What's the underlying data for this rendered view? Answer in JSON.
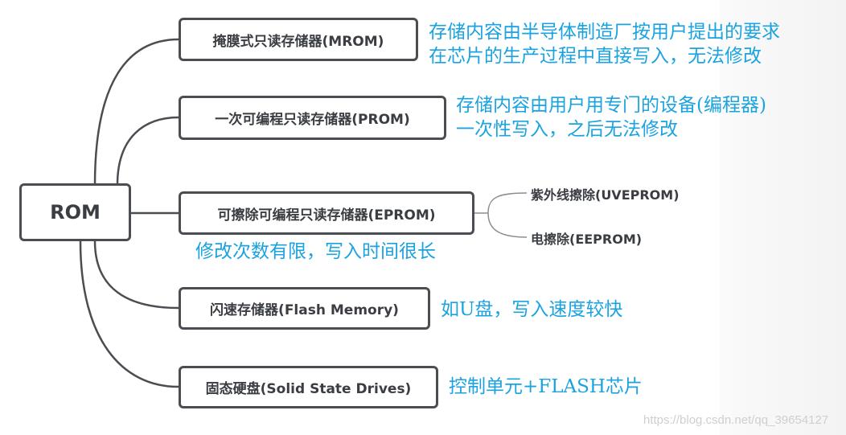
{
  "root": {
    "label": "ROM"
  },
  "branches": [
    {
      "label": "掩膜式只读存储器(MROM)",
      "note_lines": [
        "存储内容由半导体制造厂按用户提出的要求",
        "在芯片的生产过程中直接写入，无法修改"
      ]
    },
    {
      "label": "一次可编程只读存储器(PROM)",
      "note_lines": [
        "存储内容由用户用专门的设备(编程器)",
        "一次性写入，之后无法修改"
      ]
    },
    {
      "label": "可擦除可编程只读存储器(EPROM)",
      "note_lines": [
        "修改次数有限，写入时间很长"
      ],
      "children": [
        "紫外线擦除(UVEPROM)",
        "电擦除(EEPROM)"
      ]
    },
    {
      "label": "闪速存储器(Flash Memory)",
      "note_lines": [
        "如U盘，写入速度较快"
      ]
    },
    {
      "label": "固态硬盘(Solid State Drives)",
      "note_lines": [
        "控制单元+FLASH芯片"
      ]
    }
  ],
  "watermark": "https://blog.csdn.net/qq_39654127",
  "colors": {
    "note": "#1aa3e0",
    "line": "#4a4d52"
  }
}
